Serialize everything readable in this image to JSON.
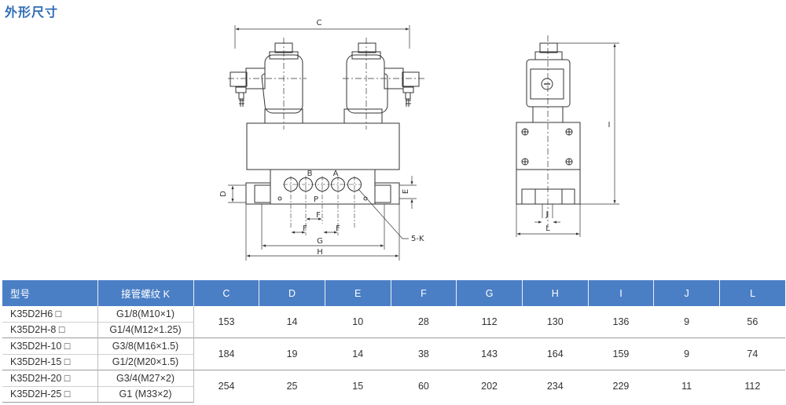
{
  "page": {
    "title": "外形尺寸"
  },
  "front_labels": {
    "C": "C",
    "D": "D",
    "E": "E",
    "F": "F",
    "G": "G",
    "H": "H",
    "A": "A",
    "B": "B",
    "P": "P",
    "K": "5-K"
  },
  "side_labels": {
    "I": "I",
    "J": "J",
    "L": "L"
  },
  "table": {
    "headers": [
      "型号",
      "接管螺纹 K",
      "C",
      "D",
      "E",
      "F",
      "G",
      "H",
      "I",
      "J",
      "L"
    ],
    "groups": [
      {
        "rows": [
          {
            "model": "K35D2H6 □",
            "thread": "G1/8(M10×1)"
          },
          {
            "model": "K35D2H-8 □",
            "thread": "G1/4(M12×1.25)"
          }
        ],
        "values": [
          "153",
          "14",
          "10",
          "28",
          "112",
          "130",
          "136",
          "9",
          "56"
        ]
      },
      {
        "rows": [
          {
            "model": "K35D2H-10 □",
            "thread": "G3/8(M16×1.5)"
          },
          {
            "model": "K35D2H-15 □",
            "thread": "G1/2(M20×1.5)"
          }
        ],
        "values": [
          "184",
          "19",
          "14",
          "38",
          "143",
          "164",
          "159",
          "9",
          "74"
        ]
      },
      {
        "rows": [
          {
            "model": "K35D2H-20 □",
            "thread": "G3/4(M27×2)"
          },
          {
            "model": "K35D2H-25 □",
            "thread": "G1 (M33×2)"
          }
        ],
        "values": [
          "254",
          "25",
          "15",
          "60",
          "202",
          "234",
          "229",
          "11",
          "112"
        ]
      }
    ]
  }
}
